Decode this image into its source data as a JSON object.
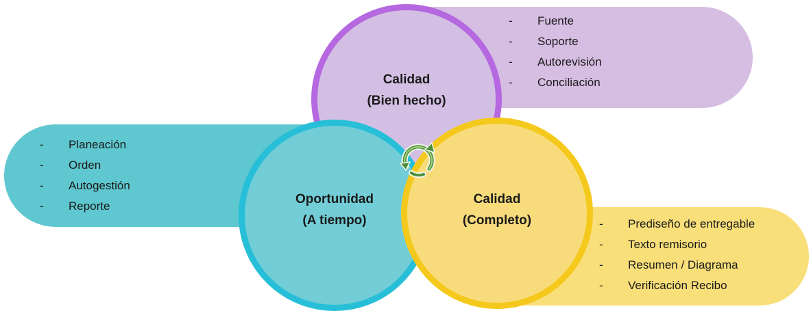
{
  "circles": {
    "calidad_bien_hecho": {
      "line1": "Calidad",
      "line2": "(Bien hecho)"
    },
    "oportunidad": {
      "line1": "Oportunidad",
      "line2": "(A tiempo)"
    },
    "calidad_completo": {
      "line1": "Calidad",
      "line2": "(Completo)"
    }
  },
  "lists": {
    "calidad_bien_hecho": {
      "dash": "-",
      "items": [
        "Fuente",
        "Soporte",
        "Autorevisión",
        "Conciliación"
      ]
    },
    "oportunidad": {
      "dash": "-",
      "items": [
        "Planeación",
        "Orden",
        "Autogestión",
        "Reporte"
      ]
    },
    "calidad_completo": {
      "dash": "-",
      "items": [
        "Prediseño de entregable",
        "Texto remisorio",
        "Resumen / Diagrama",
        "Verificación Recibo"
      ]
    }
  },
  "colors": {
    "purple_border": "#b568e0",
    "purple_fill": "#d3bfe3",
    "teal_border": "#27bfd8",
    "teal_fill": "#72cdd6",
    "yellow_border": "#f5c91c",
    "yellow_fill": "#f8dc7c",
    "cycle_icon": "#4c8f3a"
  },
  "icons": {
    "center": "cycle-arrows-icon"
  }
}
